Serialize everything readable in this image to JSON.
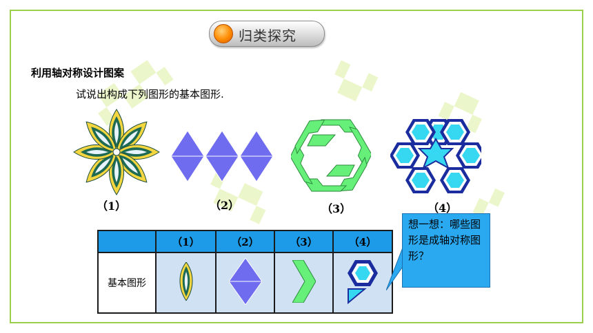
{
  "header": {
    "title": "归类探究",
    "orb_color": "#ff8a00"
  },
  "section_title": "利用轴对称设计图案",
  "prompt": "试说出构成下列图形的基本图形.",
  "figures": [
    {
      "label": "（1）",
      "icon": "flower-pattern"
    },
    {
      "label": "（2）",
      "icon": "triangle-diamonds-pattern"
    },
    {
      "label": "（3）",
      "icon": "chevron-hexagon-pattern"
    },
    {
      "label": "（4）",
      "icon": "hexagon-star-pattern"
    }
  ],
  "table": {
    "headers": [
      "",
      "（1）",
      "（2）",
      "（3）",
      "（4）"
    ],
    "row_label": "基本图形",
    "header_color": "#1e9be8",
    "cell_color": "#cfe1f3"
  },
  "callout": {
    "text": "想一想：哪些图形是成轴对称图形？",
    "color": "#2aa8f0"
  },
  "colors": {
    "frame": "#9bd14a",
    "diamond": "#6f6cf0",
    "chevron": "#66f07a",
    "hexagon": "#35d8f0",
    "hex_border": "#1b2d9e"
  }
}
